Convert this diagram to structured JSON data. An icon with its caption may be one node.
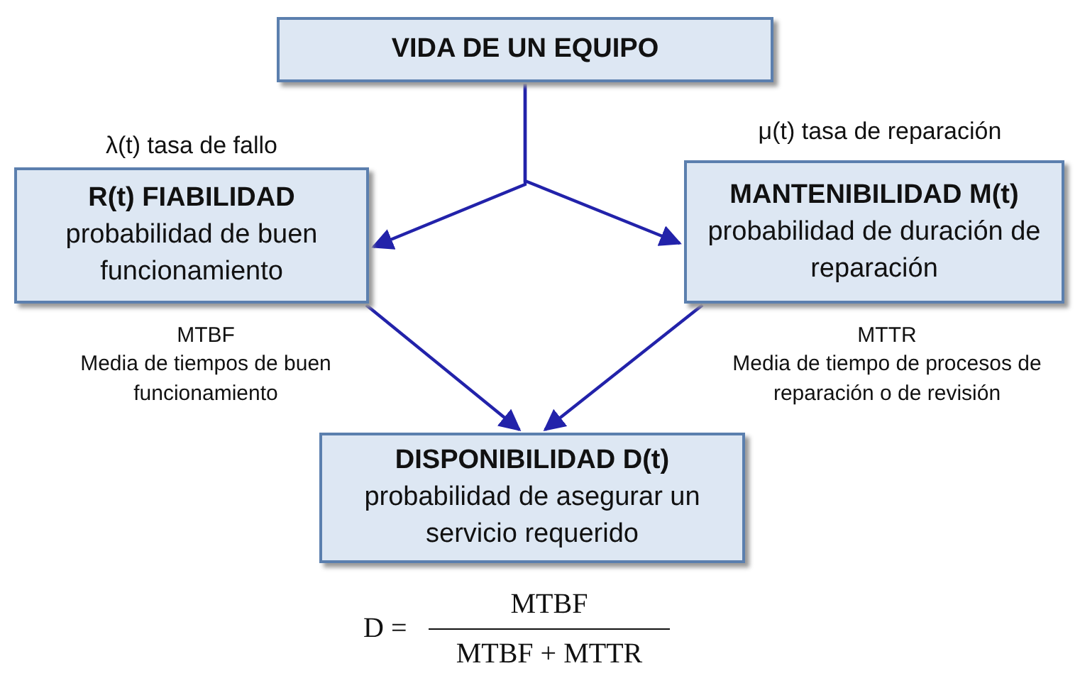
{
  "diagram": {
    "nodes": [
      {
        "text": [
          "VIDA DE UN EQUIPO"
        ]
      },
      {
        "text": [
          "R(t) FIABILIDAD",
          "probabilidad  de buen funcionamiento"
        ],
        "beside": [
          "λ(t) tasa de fallo",
          "MTBF",
          "Media de tiempos de buen funcionamiento"
        ]
      },
      {
        "text": [
          "MANTENIBILIDAD M(t)",
          "probabilidad  de duración de reparación"
        ],
        "beside": [
          "μ(t) tasa de reparación",
          "MTTR",
          "Media de tiempo de procesos de reparación o de revisión"
        ]
      },
      {
        "text": [
          "DISPONIBILIDAD  D(t)",
          "probabilidad  de asegurar un servicio requerido"
        ]
      }
    ],
    "edges": [
      {
        "from": 0,
        "to": 1,
        "arrow": "to"
      },
      {
        "from": 0,
        "to": 2,
        "arrow": "to"
      },
      {
        "from": 1,
        "to": 3,
        "arrow": "to"
      },
      {
        "from": 2,
        "to": 3,
        "arrow": "to"
      }
    ],
    "labels": [
      "D =",
      "MTBF",
      "MTBF + MTTR"
    ]
  }
}
